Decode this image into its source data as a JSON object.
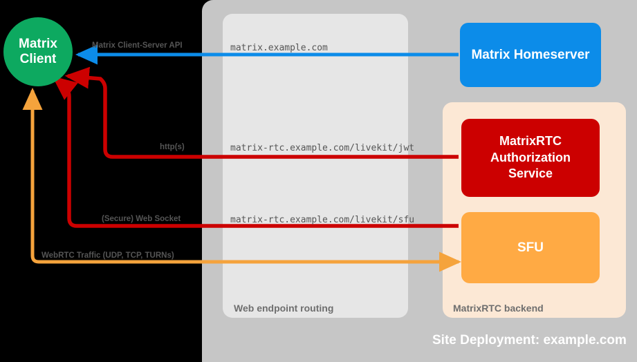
{
  "diagram": {
    "title": "Site Deployment: example.com",
    "background_color": "#000000"
  },
  "site_container": {
    "title": "Site Deployment: example.com",
    "color": "#C6C6C6"
  },
  "routing_panel": {
    "caption": "Web endpoint routing",
    "color": "#E6E6E6"
  },
  "backend_panel": {
    "caption": "MatrixRTC backend",
    "color": "#FCE8D5"
  },
  "nodes": {
    "client": {
      "line1": "Matrix",
      "line2": "Client",
      "color": "#0DA960"
    },
    "homeserver": {
      "label": "Matrix Homeserver",
      "color": "#0C8CE9"
    },
    "authorization_service": {
      "line1": "MatrixRTC",
      "line2": "Authorization",
      "line3": "Service",
      "color": "#CC0000"
    },
    "sfu": {
      "label": "SFU",
      "color": "#FFAA44"
    }
  },
  "flows": [
    {
      "id": "client-server-api",
      "label": "Matrix Client-Server API",
      "endpoint": "matrix.example.com",
      "color": "#0C8CE9"
    },
    {
      "id": "jwt-http",
      "label": "http(s)",
      "endpoint": "matrix-rtc.example.com/livekit/jwt",
      "color": "#CC0000"
    },
    {
      "id": "sfu-websocket",
      "label": "(Secure) Web Socket",
      "endpoint": "matrix-rtc.example.com/livekit/sfu",
      "color": "#CC0000"
    },
    {
      "id": "webrtc-media",
      "label": "WebRTC Traffic (UDP, TCP, TURNs)",
      "endpoint": "",
      "color": "#F5A33C"
    }
  ]
}
